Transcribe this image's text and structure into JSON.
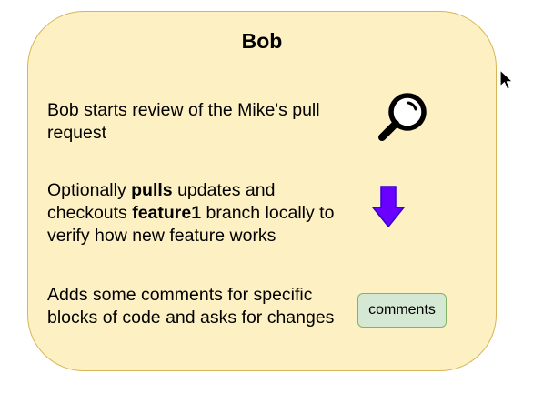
{
  "card": {
    "title": "Bob",
    "fill_color": "#fdf0c2",
    "border_color": "#d6b656"
  },
  "steps": [
    {
      "segments": [
        "Bob starts review of the Mike's pull request"
      ],
      "icon": "magnifier-icon"
    },
    {
      "segments": [
        "Optionally ",
        "pulls",
        " updates and checkouts ",
        "feature1",
        " branch locally to verify how new feature works"
      ],
      "icon": "down-arrow-icon",
      "icon_color": "#6a00ff"
    },
    {
      "segments": [
        "Adds some comments for specific blocks of code and asks for changes"
      ],
      "tag_label": "comments",
      "tag_fill": "#d5e8d4",
      "tag_border": "#82b366"
    }
  ],
  "cursor_icon": "mouse-pointer-icon"
}
